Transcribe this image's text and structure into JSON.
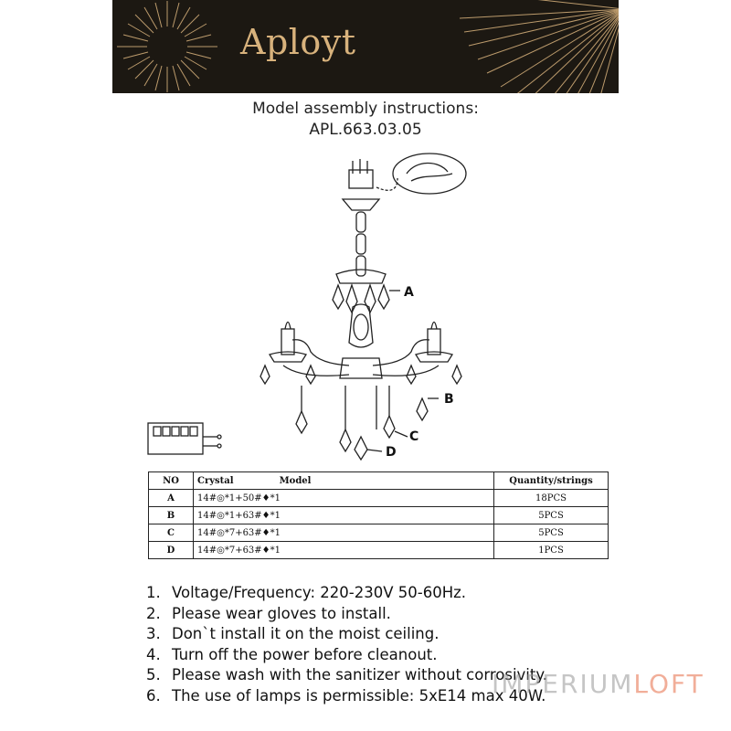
{
  "banner": {
    "brand": "Aployt",
    "accent_color": "#d8b27c",
    "background": "#1c1812"
  },
  "header": {
    "line1": "Model assembly instructions:",
    "line2": "APL.663.03.05"
  },
  "labels": {
    "a": "A",
    "b": "B",
    "c": "C",
    "d": "D"
  },
  "table": {
    "headers": {
      "no": "NO",
      "crystal": "Crystal",
      "model": "Model",
      "quantity": "Quantity/strings"
    },
    "rows": [
      {
        "no": "A",
        "model": "14#◎*1+50#♦*1",
        "qty": "18PCS"
      },
      {
        "no": "B",
        "model": "14#◎*1+63#♦*1",
        "qty": "5PCS"
      },
      {
        "no": "C",
        "model": "14#◎*7+63#♦*1",
        "qty": "5PCS"
      },
      {
        "no": "D",
        "model": "14#◎*7+63#♦*1",
        "qty": "1PCS"
      }
    ]
  },
  "notes": [
    {
      "num": "1.",
      "text": "Voltage/Frequency: 220-230V 50-60Hz."
    },
    {
      "num": "2.",
      "text": "Please wear gloves to install."
    },
    {
      "num": "3.",
      "text": "Don`t install it on the moist ceiling."
    },
    {
      "num": "4.",
      "text": "Turn off the power before cleanout."
    },
    {
      "num": "5.",
      "text": "Please wash with the sanitizer without corrosivity."
    },
    {
      "num": "6.",
      "text": "The use of lamps is permissible: 5xE14 max 40W."
    }
  ],
  "watermark": {
    "part1": "IMPERIUM",
    "part2": "LOFT"
  }
}
